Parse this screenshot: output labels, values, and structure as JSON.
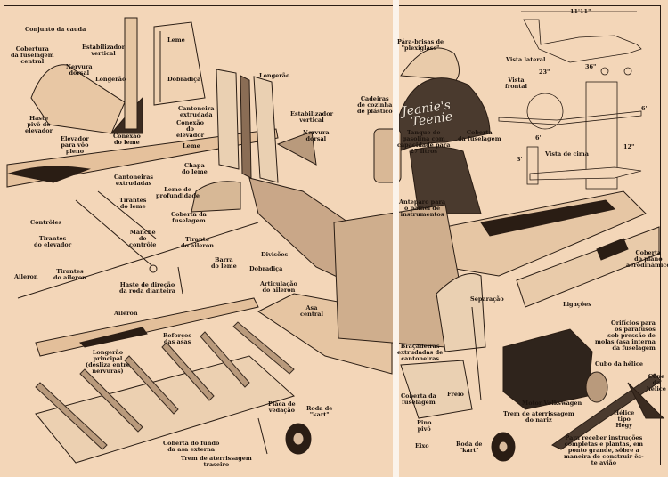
{
  "colors": {
    "paper": "#f3d6b8",
    "ink": "#2a1d14",
    "shade": "#4a3a2e"
  },
  "logo": "Jeanie's Teenie",
  "labels": {
    "tail_assembly": "Conjunto da cauda",
    "center_fuselage_cover": "Cobertura\nda fuselagem\ncentral",
    "vertical_stabilizer_1": "Estabilizador\nvertical",
    "dorsal_rib_1": "Nervura\ndorsal",
    "spar_1": "Longerão",
    "rudder_1": "Leme",
    "hinge_1": "Dobradiça",
    "extruded_angle": "Cantoneira\nextrudada",
    "elevator_connection": "Conexão\ndo\nelevador",
    "elevator_pivot": "Haste\npivô do\nelevador",
    "full_flight_elevator": "Elevador\npara vôo\npleno",
    "rudder_connection": "Conexão\ndo leme",
    "rudder_2": "Leme",
    "rudder_plate": "Chapa\ndo leme",
    "extruded_angles": "Cantoneiras\nextrudadas",
    "elevator": "Leme de\nprofundidade",
    "rudder_cables": "Tirantes\ndo leme",
    "fuselage_cover_1": "Coberta da\nfuselagem",
    "spar_2": "Longerão",
    "vertical_stabilizer_2": "Estabilizador\nvertical",
    "dorsal_rib_2": "Nervura\ndorsal",
    "controls": "Contrôles",
    "control_stick": "Manche\nde\ncontrôle",
    "elevator_cables": "Tirantes\ndo elevador",
    "aileron_cable": "Tirante\ndo aileron",
    "rudder_bar": "Barra\ndo leme",
    "bulkheads": "Divisões",
    "hinge_2": "Dobradiça",
    "aileron_1": "Aileron",
    "aileron_cables": "Tirantes\ndo aileron",
    "nose_wheel_steering": "Haste de direção\nda roda dianteira",
    "aileron_hinge": "Articulação\ndo aileron",
    "center_wing": "Asa\ncentral",
    "aileron_2": "Aileron",
    "wing_ribs": "Reforços\ndas asas",
    "main_spar": "Longerão\nprincipal\n(desliza entre\nnervuras)",
    "outer_wing_bottom": "Coberta do fundo\nda asa externa",
    "seal_plate": "Placa de\nvedação",
    "kart_wheel_1": "Roda de\n\"kart\"",
    "tail_gear": "Trem de aterrissagem\ntraseiro",
    "chairs": "Cadeiras\nde cozinha\nde plástico",
    "windshield": "Pára-brisas de\n\"plexiglass\"",
    "fuel_tank": "Tanque de\ngasolina com\ncapacidade para\n27 litros",
    "fuselage_cover_2": "Coberta\nda fuselagem",
    "instrument_panel": "Anteparo para\no painel de\ninstrumentos",
    "side_view": "Vista lateral",
    "front_view": "Vista\nfrontal",
    "top_view": "Vista de cima",
    "airfoil_cover": "Coberta\ndo plano\naerodinâmico",
    "links": "Ligações",
    "separation": "Separação",
    "spring_bolts": "Orifícios para\nos parafusos\nsob pressão de\nmolas (asa interna\nda fuselagem",
    "extruded_clamps": "Braçadeiras\nextrudadas de\ncantoneiras",
    "prop_hub": "Cubo da hélice",
    "spinner": "Cone\nda\nhélice",
    "fuselage_cover_3": "Coberta da\nfuselagem",
    "brake": "Freio",
    "engine": "Motor Volkswagen",
    "nose_gear": "Trem de aterrissagem\ndo nariz",
    "pivot_pin": "Pino\npivô",
    "prop": "Hélice\ntipo\nHegy",
    "axle": "Eixo",
    "kart_wheel_2": "Roda de\n\"kart\"",
    "instructions": "Para receber instruções\ncompletas e plantas, em\nponto grande, sôbre a\nmaneira de construir ês-\nte avião"
  },
  "dimensions": {
    "length": "11'11\"",
    "wheel_base": "36\"",
    "tread_top": "23\"",
    "span_front": "6'",
    "chord": "6'",
    "tail_width": "12\"",
    "tail_span": "3'"
  }
}
